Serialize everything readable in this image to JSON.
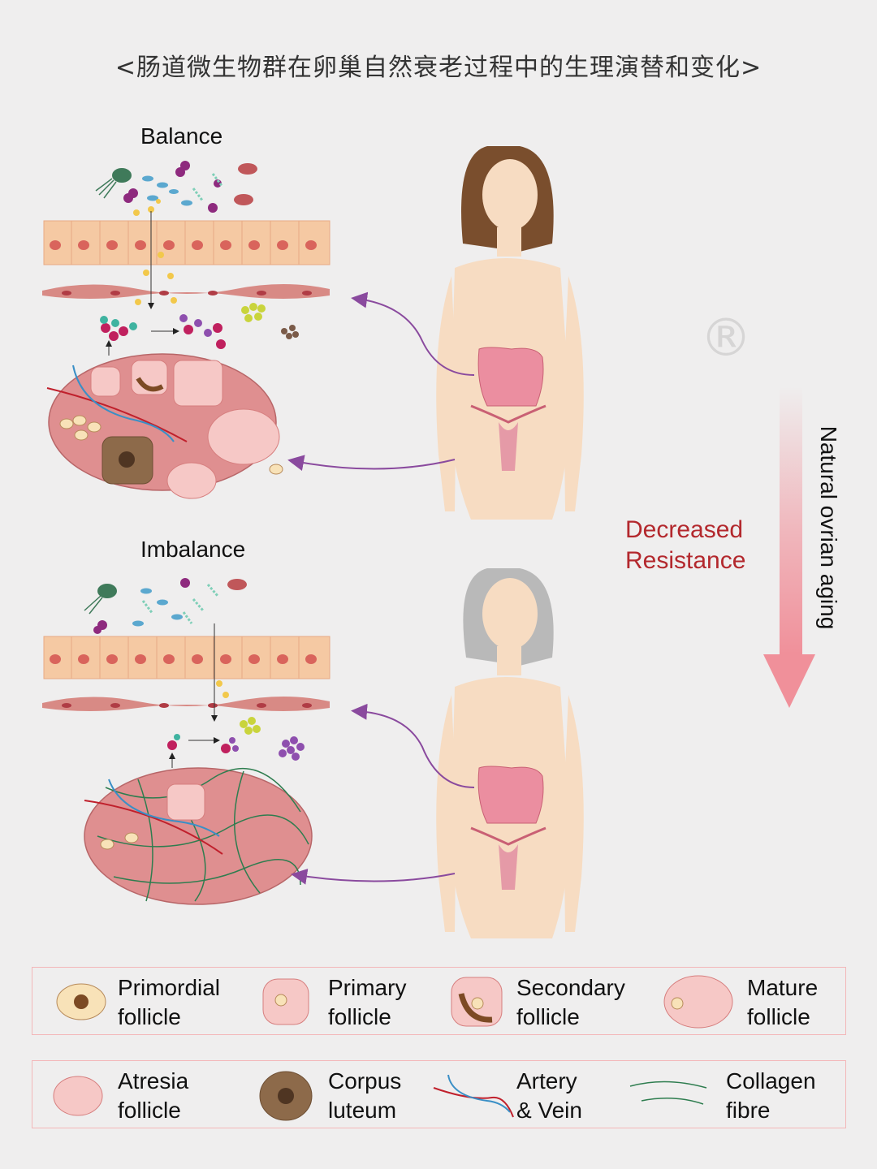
{
  "title": "<肠道微生物群在卵巢自然衰老过程中的生理演替和变化>",
  "sections": {
    "balance_label": "Balance",
    "imbalance_label": "Imbalance"
  },
  "aging": {
    "decreased_line1": "Decreased",
    "decreased_line2": "Resistance",
    "arrow_label": "Natural ovrian aging",
    "arrow_color": "#f0909a"
  },
  "legend": {
    "row1": [
      {
        "line1": "Primordial",
        "line2": "follicle",
        "icon": "primordial-follicle-icon"
      },
      {
        "line1": "Primary",
        "line2": "follicle",
        "icon": "primary-follicle-icon"
      },
      {
        "line1": "Secondary",
        "line2": "follicle",
        "icon": "secondary-follicle-icon"
      },
      {
        "line1": "Mature",
        "line2": "follicle",
        "icon": "mature-follicle-icon"
      }
    ],
    "row2": [
      {
        "line1": "Atresia",
        "line2": "follicle",
        "icon": "atresia-follicle-icon"
      },
      {
        "line1": "Corpus",
        "line2": "luteum",
        "icon": "corpus-luteum-icon"
      },
      {
        "line1": "Artery",
        "line2": "& Vein",
        "icon": "artery-vein-icon"
      },
      {
        "line1": "Collagen",
        "line2": "fibre",
        "icon": "collagen-fibre-icon"
      }
    ]
  },
  "colors": {
    "background": "#efeeee",
    "epithelium": "#f5c9a3",
    "ovary": "#df8f90",
    "skin": "#f7dcc2",
    "hair_young": "#7a4e2d",
    "hair_old": "#b9b9b9",
    "accent_red": "#b3282d",
    "pathway_purple": "#8a4a9e",
    "legend_border": "#f3b7b9"
  }
}
